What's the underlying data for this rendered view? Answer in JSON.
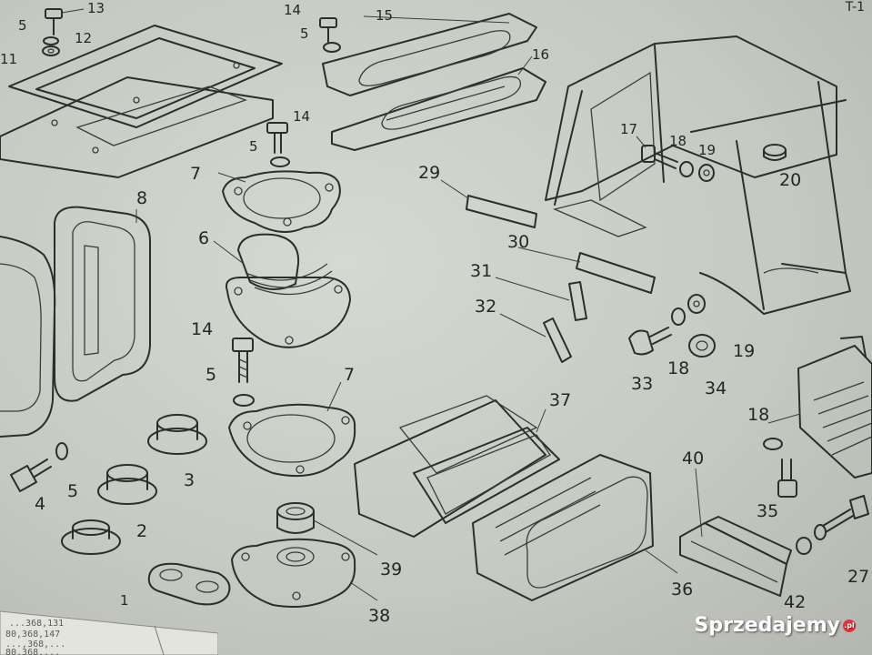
{
  "sheet_code": "T-1",
  "watermark": "Sprzedajemy",
  "watermark_suffix": ".pl",
  "callouts": {
    "c13": "13",
    "c5a": "5",
    "c12": "12",
    "c11": "11",
    "c14a": "14",
    "c5b": "5",
    "c15": "15",
    "c16": "16",
    "c14b": "14",
    "c5c": "5",
    "c7a": "7",
    "c8": "8",
    "c6": "6",
    "c14c": "14",
    "c5d": "5",
    "c7b": "7",
    "c3": "3",
    "c4": "4",
    "c5e": "5",
    "c2": "2",
    "c1": "1",
    "c39": "39",
    "c38": "38",
    "c29": "29",
    "c30": "30",
    "c31": "31",
    "c32": "32",
    "c17": "17",
    "c18a": "18",
    "c19a": "19",
    "c20": "20",
    "c33": "33",
    "c18b": "18",
    "c34": "34",
    "c19b": "19",
    "c37": "37",
    "c36": "36",
    "c40": "40",
    "c18c": "18",
    "c35": "35",
    "c42": "42",
    "c27": "27"
  },
  "corner_sheet_lines": [
    "...368,131",
    "80,368,147",
    "...,368,...",
    "80,368,..."
  ]
}
